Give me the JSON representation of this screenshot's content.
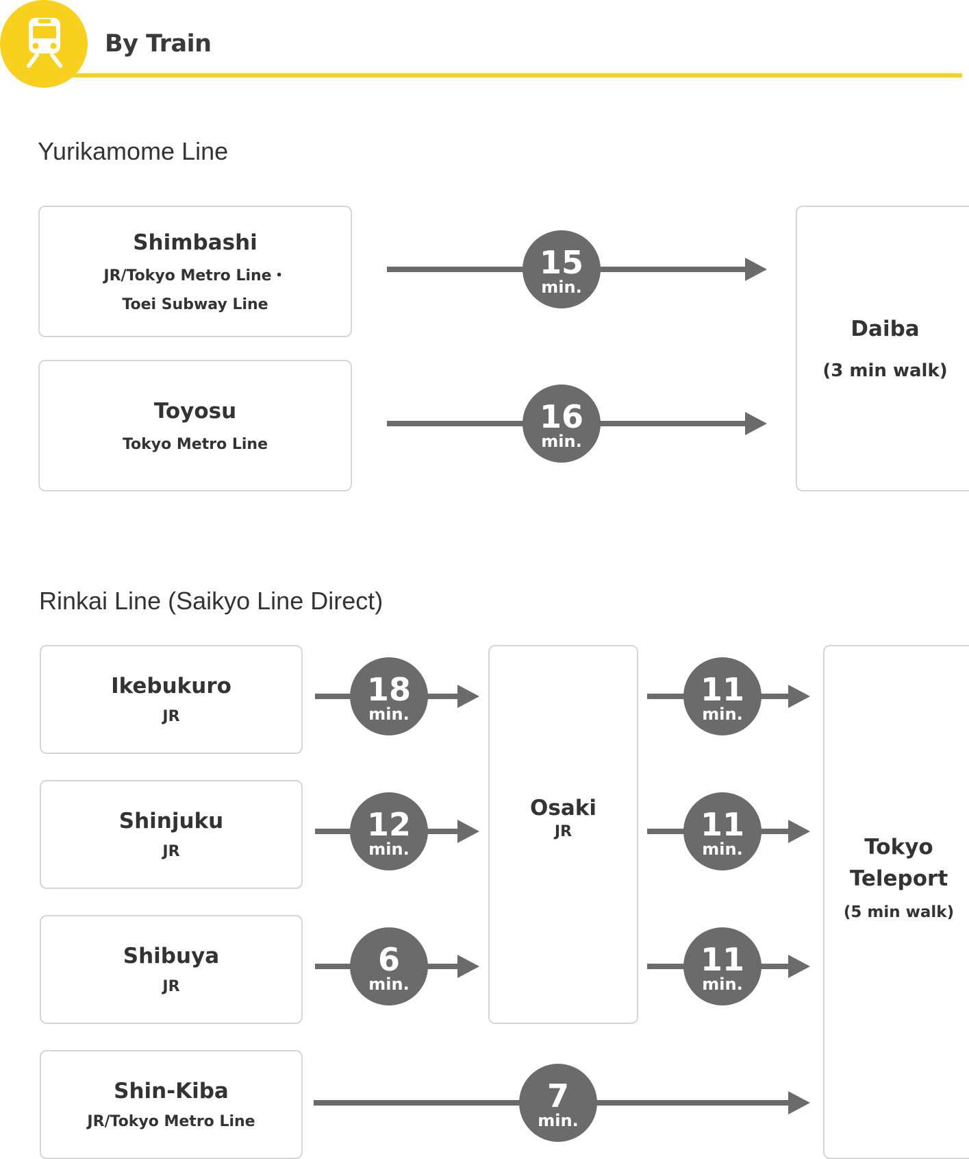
{
  "header": {
    "title": "By Train",
    "icon": "train-icon",
    "accent": "#F7D11E"
  },
  "yurikamome": {
    "title": "Yurikamome Line",
    "origins": [
      {
        "name": "Shimbashi",
        "line1": "JR/Tokyo Metro Line・",
        "line2": "Toei Subway Line",
        "time": "15"
      },
      {
        "name": "Toyosu",
        "line1": "Tokyo Metro Line",
        "time": "16"
      }
    ],
    "destination": {
      "name": "Daiba",
      "walk": "(3 min walk)"
    }
  },
  "rinkai": {
    "title": "Rinkai Line (Saikyo Line Direct)",
    "origins": [
      {
        "name": "Ikebukuro",
        "line": "JR",
        "time": "18",
        "next_time": "11"
      },
      {
        "name": "Shinjuku",
        "line": "JR",
        "time": "12",
        "next_time": "11"
      },
      {
        "name": "Shibuya",
        "line": "JR",
        "time": "6",
        "next_time": "11"
      },
      {
        "name": "Shin-Kiba",
        "line": "JR/Tokyo Metro Line",
        "time": "7"
      }
    ],
    "transfer": {
      "name": "Osaki",
      "line": "JR"
    },
    "destination": {
      "name1": "Tokyo",
      "name2": "Teleport",
      "walk": "(5 min walk)"
    }
  },
  "unit": "min.",
  "colors": {
    "arrow": "#6b6b6b",
    "badge": "#6b6b6b",
    "border": "#d6d6d6"
  }
}
